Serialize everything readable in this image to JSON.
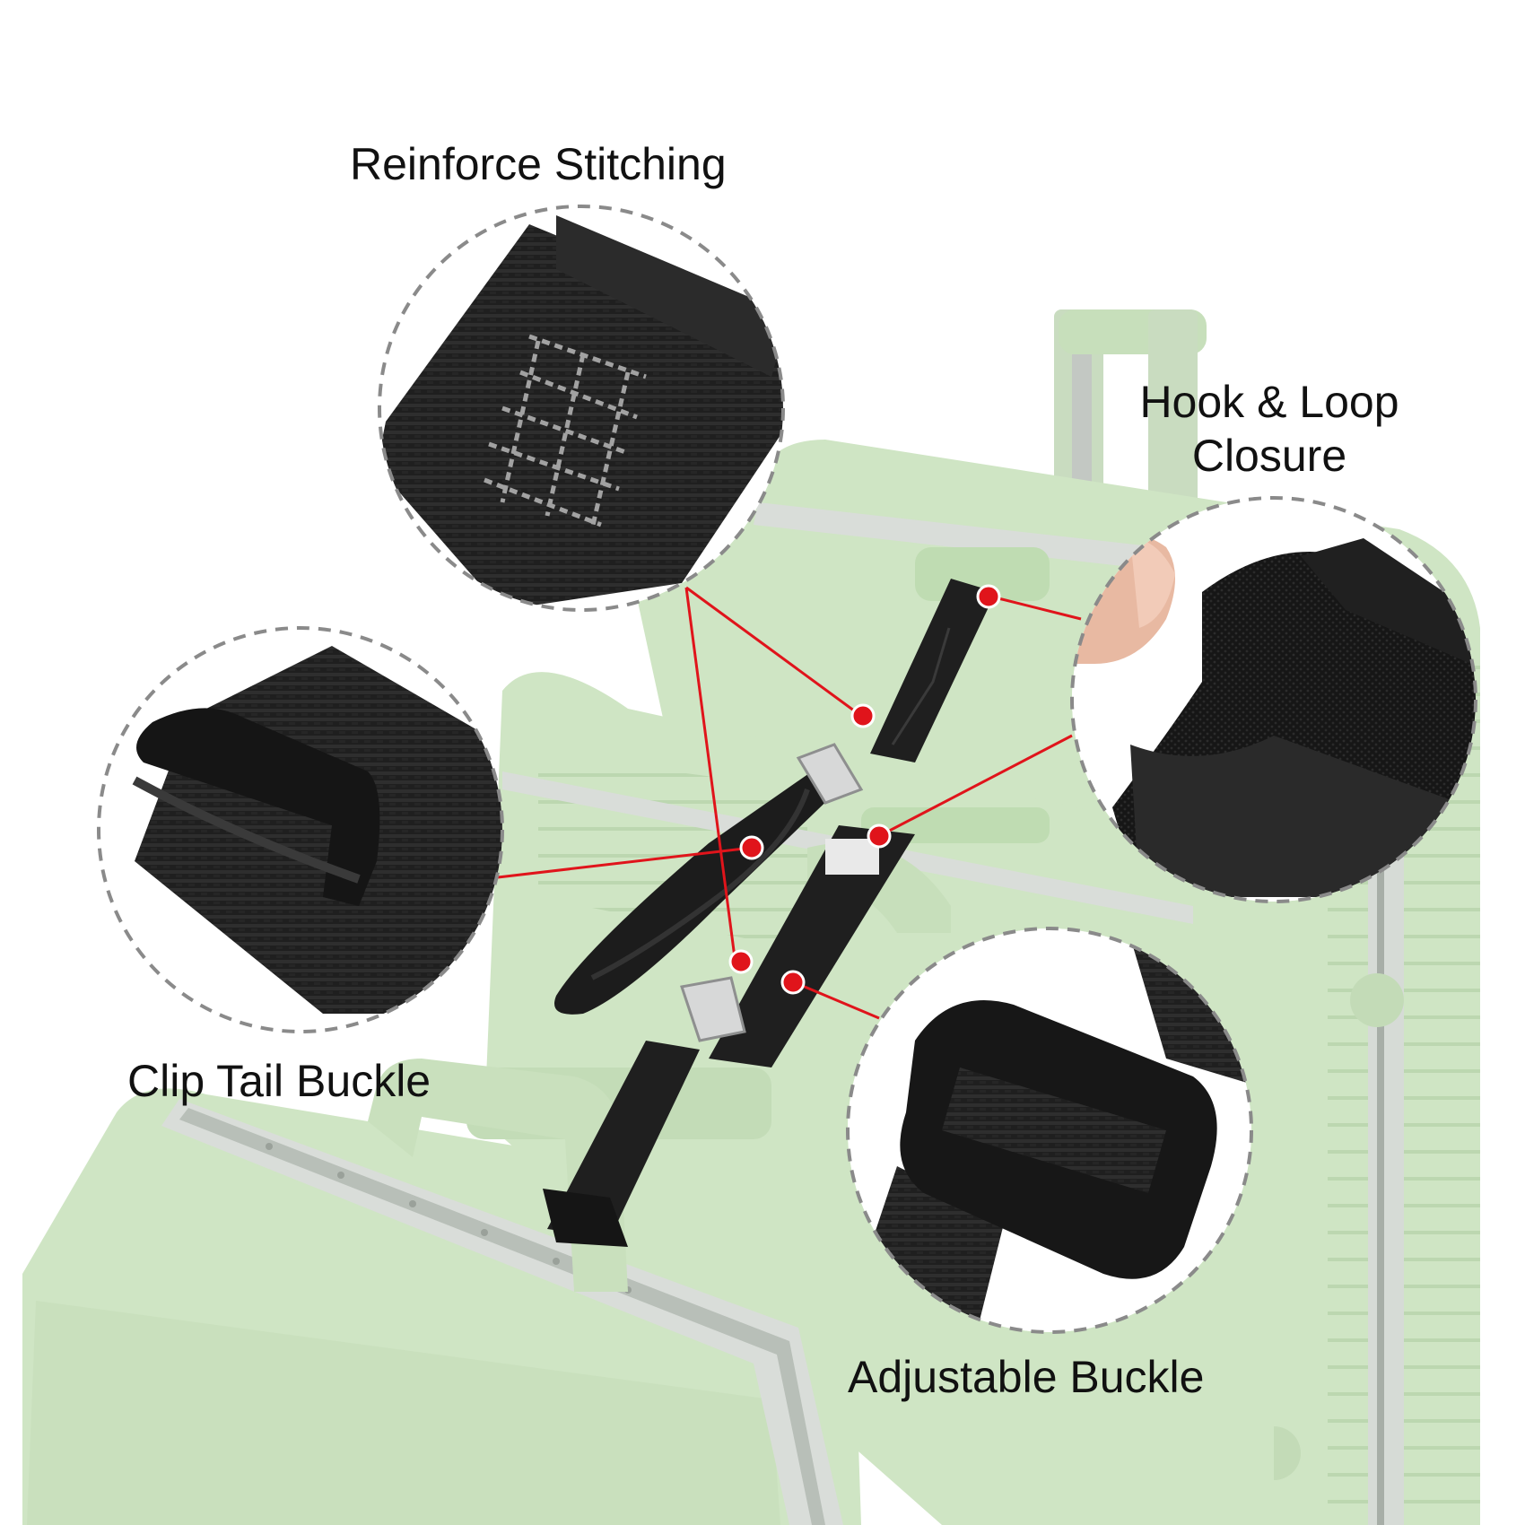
{
  "labels": {
    "reinforce_stitching": "Reinforce Stitching",
    "hook_loop_closure": "Hook & Loop Closure",
    "clip_tail_buckle": "Clip Tail Buckle",
    "adjustable_buckle": "Adjustable Buckle"
  },
  "colors": {
    "suitcase_green": "#cfe5c4",
    "suitcase_shadow": "#b6d1a8",
    "frame_aluminum": "#d9ddd9",
    "strap_black": "#1c1c1c",
    "callout_red": "#e0141b",
    "dashed_circle": "#8a8a8a",
    "stitch_gray": "#9c9c9c"
  },
  "icons": [
    "reinforce-stitching-closeup",
    "hook-loop-closeup",
    "clip-tail-buckle-closeup",
    "adjustable-buckle-closeup"
  ]
}
